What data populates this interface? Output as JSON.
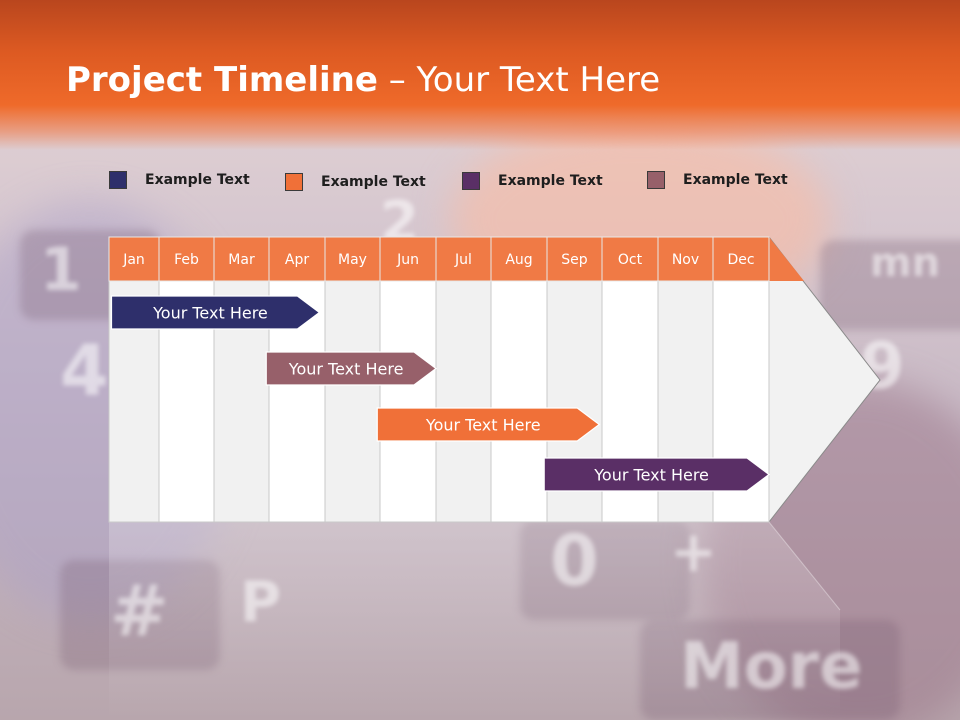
{
  "title": {
    "bold": "Project Timeline",
    "rest": " – Your Text Here"
  },
  "colors": {
    "navy": "#2e2f6b",
    "orange": "#f07038",
    "purple": "#5a2f66",
    "mauve": "#97606a",
    "header_orange": "#ee6428",
    "month_header": "#f07a45"
  },
  "legend": [
    {
      "label": "Example Text",
      "color": "#2e2f6b"
    },
    {
      "label": "Example Text",
      "color": "#f07038"
    },
    {
      "label": "Example Text",
      "color": "#5a2f66"
    },
    {
      "label": "Example Text",
      "color": "#97606a"
    }
  ],
  "months": [
    "Jan",
    "Feb",
    "Mar",
    "Apr",
    "May",
    "Jun",
    "Jul",
    "Aug",
    "Sep",
    "Oct",
    "Nov",
    "Dec"
  ],
  "tasks": [
    {
      "label": "Your  Text Here",
      "start": 0.05,
      "end": 3.9,
      "color": "#2e2f6b"
    },
    {
      "label": "Your  Text Here",
      "start": 2.95,
      "end": 6.0,
      "color": "#97606a"
    },
    {
      "label": "Your  Text Here",
      "start": 4.95,
      "end": 8.95,
      "color": "#f07038"
    },
    {
      "label": "Your  Text Here",
      "start": 7.95,
      "end": 12.0,
      "color": "#5a2f66"
    }
  ]
}
